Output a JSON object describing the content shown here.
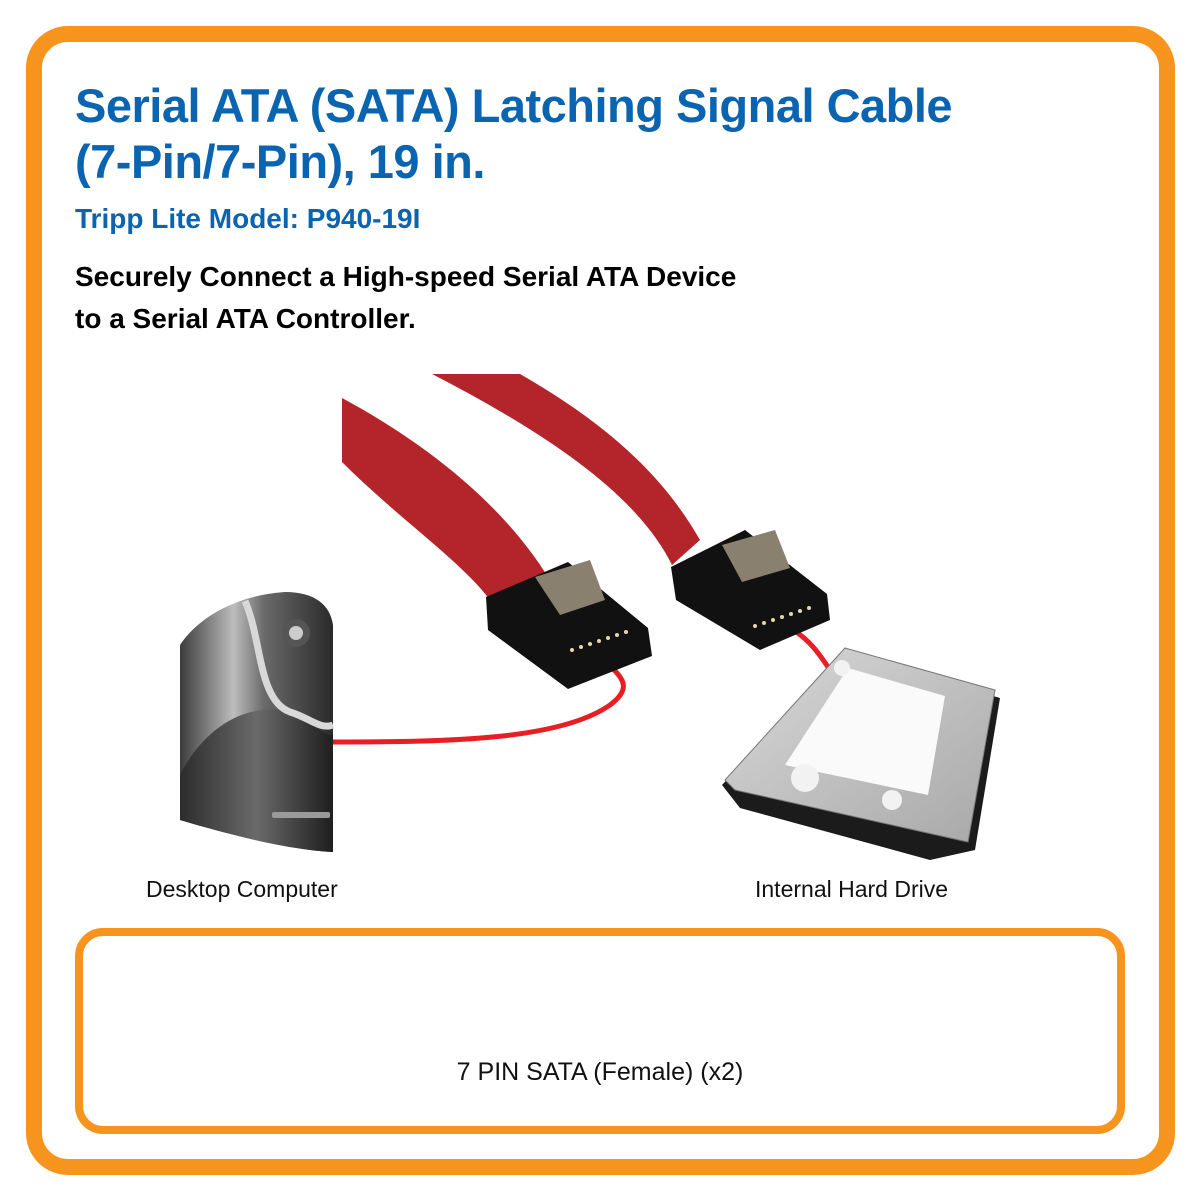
{
  "header": {
    "title_line1": "Serial ATA (SATA) Latching Signal Cable",
    "title_line2": "(7-Pin/7-Pin), 19 in.",
    "model": "Tripp Lite Model: P940-19I",
    "subtitle_line1": "Securely Connect a High-speed Serial ATA Device",
    "subtitle_line2": "to a Serial ATA Controller."
  },
  "diagram": {
    "left_device": {
      "label": "Desktop Computer",
      "icon": "desktop-tower-icon"
    },
    "right_device": {
      "label": "Internal Hard Drive",
      "icon": "hard-drive-icon"
    },
    "cable": {
      "icon": "sata-cable-icon",
      "color": "#b4242b",
      "link_color": "#e81e25"
    }
  },
  "connector_box": {
    "icon": "sata-7pin-connector-icon",
    "caption": "7 PIN SATA (Female) (x2)"
  },
  "colors": {
    "brand_blue": "#0b64b0",
    "border_orange": "#f7941d"
  }
}
